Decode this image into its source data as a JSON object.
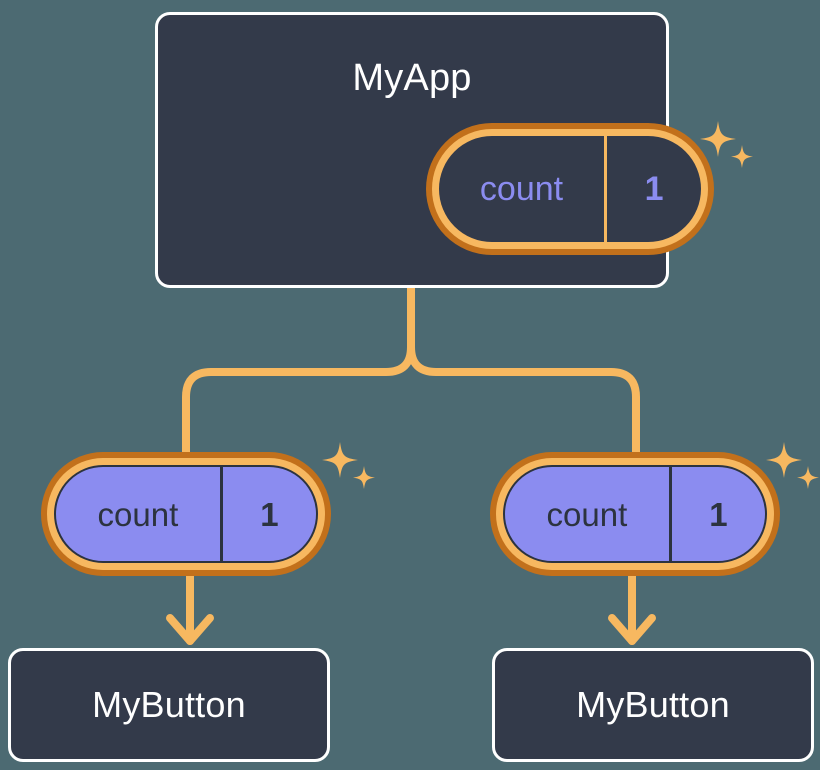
{
  "diagram": {
    "title_semantic": "react-state-propagation-tree",
    "background_color": "#4c6a72",
    "colors": {
      "card_bg": "#333a4a",
      "card_border": "#ffffff",
      "pill_outer_ring": "#c2701b",
      "pill_inner_ring": "#f7b860",
      "pill_fill_purple": "#8b8cf0",
      "state_text_purple": "#8b8cf0",
      "state_text_dark": "#2c333f",
      "connector": "#f7b860",
      "sparkle": "#f7b860"
    }
  },
  "root": {
    "label": "MyApp",
    "state": {
      "key": "count",
      "value": "1"
    }
  },
  "branches": [
    {
      "state": {
        "key": "count",
        "value": "1"
      },
      "component": {
        "label": "MyButton"
      }
    },
    {
      "state": {
        "key": "count",
        "value": "1"
      },
      "component": {
        "label": "MyButton"
      }
    }
  ],
  "icons": {
    "sparkle_large": "sparkle-icon",
    "sparkle_small": "sparkle-icon",
    "arrow_down": "arrow-down-icon",
    "branch_connector": "tree-branch-connector"
  }
}
